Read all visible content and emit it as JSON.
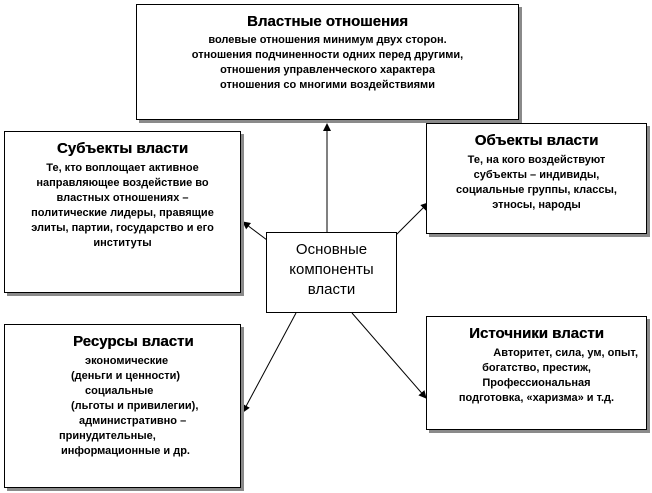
{
  "power_relations": {
    "title": "Властные отношения",
    "lines": [
      "волевые отношения минимум двух сторон.",
      "отношения подчиненности одних перед другими,",
      "отношения управленческого характера",
      "отношения со многими воздействиями"
    ]
  },
  "subjects": {
    "title": "Субъекты власти",
    "lines": [
      "Те, кто воплощает активное",
      "направляющее воздействие во",
      "властных отношениях –",
      "политические лидеры, правящие",
      "элиты, партии, государство и его",
      "институты"
    ]
  },
  "objects": {
    "title": "Объекты власти",
    "lines": [
      "Те, на кого воздействуют",
      "субъекты – индивиды,",
      "социальные группы, классы,",
      "этносы, народы"
    ]
  },
  "center": {
    "lines": [
      "Основные",
      "компоненты",
      "власти"
    ]
  },
  "resources": {
    "title": "Ресурсы власти",
    "lines": [
      "экономические",
      "(деньги и ценности)",
      "социальные",
      "(льготы и привилегии),",
      "административно –",
      "принудительные,",
      "информационные и др."
    ]
  },
  "sources": {
    "title": "Источники власти",
    "lines": [
      "Авторитет, сила, ум, опыт,",
      "богатство, престиж,",
      "Профессиональная",
      "подготовка, «харизма» и т.д."
    ]
  }
}
